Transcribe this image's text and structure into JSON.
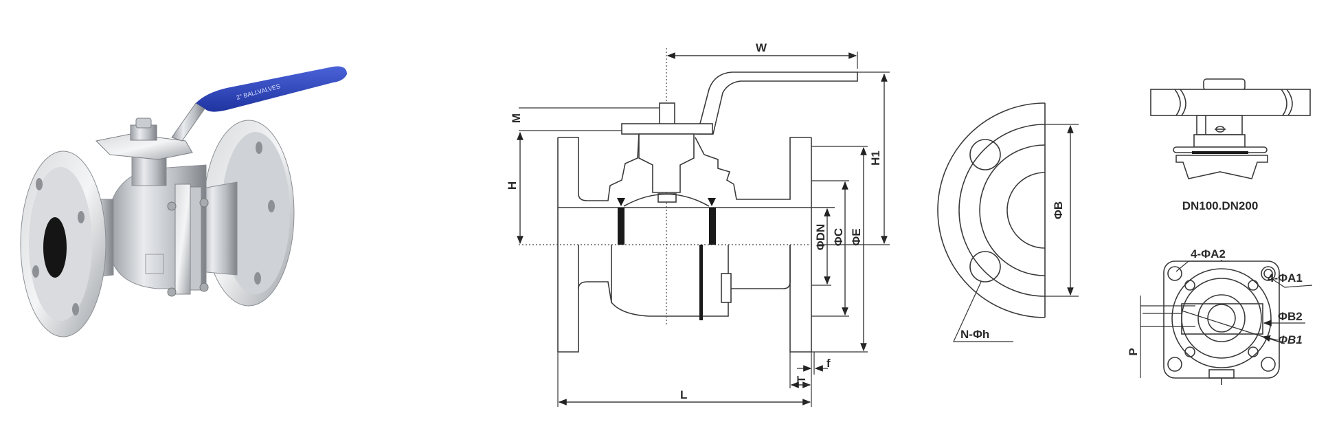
{
  "photo": {
    "handle_text": "2\" BALLVALVES",
    "handle_color": "#2a44b8"
  },
  "side_view": {
    "labels": {
      "W": "W",
      "M": "M",
      "H": "H",
      "H1": "H1",
      "DN": "ΦDN",
      "C": "ΦC",
      "E": "ΦE",
      "L": "L",
      "T": "T",
      "f": "f"
    }
  },
  "flange_view": {
    "labels": {
      "B": "ΦB",
      "holes": "N-Φh"
    }
  },
  "top_detail": {
    "caption": "DN100.DN200"
  },
  "mount_pad": {
    "labels": {
      "A2": "4-ΦA2",
      "A1": "4-ΦA1",
      "B2": "ΦB2",
      "B1": "ΦB1",
      "P": "P"
    }
  }
}
